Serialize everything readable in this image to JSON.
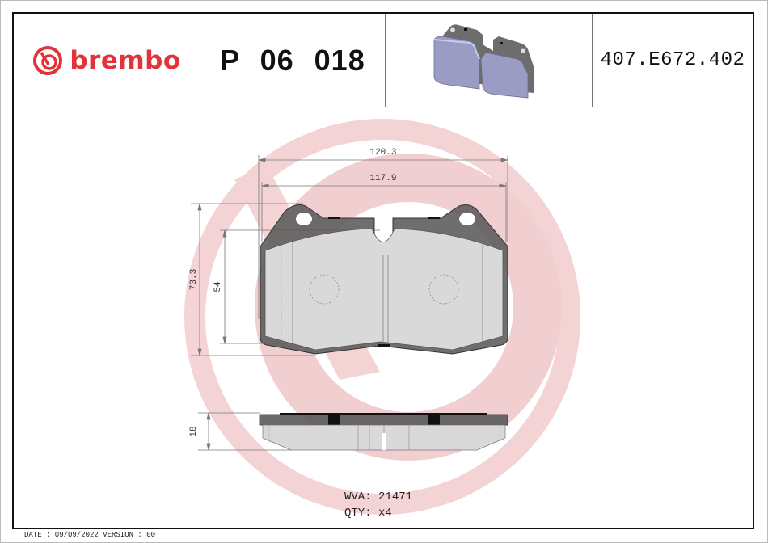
{
  "header": {
    "brand": "brembo",
    "brand_color": "#e2323a",
    "part_number": "P 06 018",
    "reference_code": "407.E672.402",
    "product_image": "brake-pad-3d-render"
  },
  "drawing": {
    "dimensions": {
      "overall_width": "120.3",
      "friction_width": "117.9",
      "overall_height": "73.3",
      "friction_height": "54",
      "thickness": "18"
    },
    "watermark_color": "#f3c9cc",
    "backing_plate_color": "#555555",
    "friction_color": "#d9d9d9"
  },
  "info": {
    "wva_label": "WVA:",
    "wva_value": "21471",
    "qty_label": "QTY:",
    "qty_value": "x4"
  },
  "footer": {
    "text": "DATE : 09/09/2022 VERSION : 00"
  }
}
